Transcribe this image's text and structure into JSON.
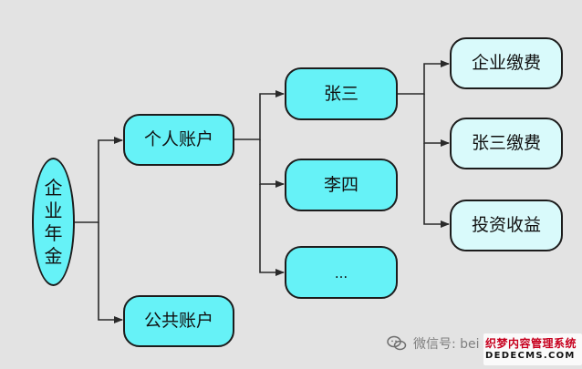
{
  "diagram": {
    "nodes": {
      "root": "企业年金",
      "personal_account": "个人账户",
      "public_account": "公共账户",
      "zhang_san": "张三",
      "li_si": "李四",
      "ellipsis": "...",
      "company_contribution": "企业缴费",
      "zhang_san_contribution": "张三缴费",
      "investment_income": "投资收益"
    },
    "colors": {
      "primary_fill": "#66f2f7",
      "leaf_fill": "#d9fafb",
      "stroke": "#1c1c1c",
      "background": "#e3e3e3"
    }
  },
  "watermark": {
    "icon": "wechat-icon",
    "wechat_label": "微信号: bei",
    "stamp_cn": "织梦内容管理系统",
    "stamp_en": "DEDECMS.COM"
  }
}
